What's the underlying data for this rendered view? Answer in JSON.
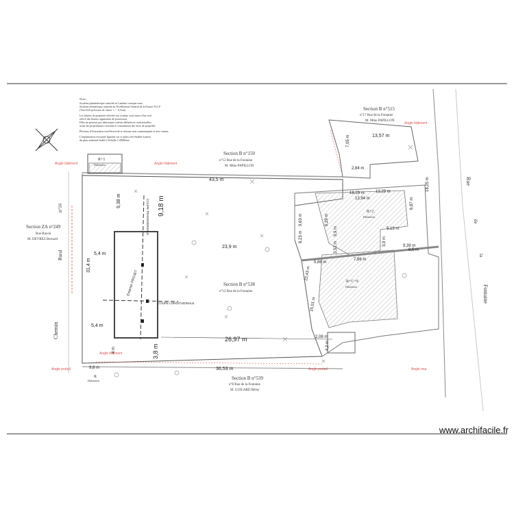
{
  "notes": [
    "Note :",
    "Système planimétrique rattaché au Lambert conique zone",
    "Système altimétrique rattaché au Nivellement Général de la France N.G.F",
    "(Voir IGN précision de classe + / - 0,5cm)",
    "Les limites de propriété relevées sur ce plan, sont issues d'un seul",
    "relevé des limites apparentes de possession.",
    "Elles ne peuvent pas déterminer valeurs définitives contractuelles,",
    "avant les propriétaires riverains et consultation des titres de propriété.",
    "Pluviaux d'évacuation eau/électricité et réseaux non communiqués et non connus.",
    "L'implantation existante figurant sur ce plan a été étudiée à partir",
    "du plan cadastral établi à l'échelle 1/2000ème."
  ],
  "sections": {
    "b150": {
      "title": "Section B n°150",
      "address": "n°12 Rue de la Fontaine",
      "owner": "M. Mme PAPILLON"
    },
    "b515": {
      "title": "Section B n°515",
      "address": "n°17 Rue de la Fontaine",
      "owner": "M. Mme PAPILLON"
    },
    "b538": {
      "title": "Section B n°538",
      "address": "n°12 Rue de la Fontaine"
    },
    "b539": {
      "title": "Section B n°539",
      "address": "n°8 Rue de la Fontaine",
      "owner": "M. GUILARD Rémy"
    },
    "za249": {
      "title": "Section ZA n°249",
      "address": "Rue Rayon",
      "owner": "M. DEVREZ Bernard"
    }
  },
  "labels": {
    "rue_words": [
      "Rue",
      "de",
      "la",
      "Fontaine"
    ],
    "chemin_words": [
      "Chemin",
      "Rural",
      "n°16"
    ],
    "angle_batiment": "Angle bâtiment",
    "angle_portail": "Angle portail",
    "angle_mur": "Angle mur",
    "r1": "R+1",
    "r1_sub": "Habitation",
    "r2": "R+2",
    "r2_sub": "Habitation",
    "rcs": "R+C+S",
    "rcs_sub": "Habitation",
    "r_small": "R",
    "r_small_sub": "Habitation",
    "emprise": "Emprise PROJET",
    "coupe": "COUPE LONGITUDINALE",
    "coupe_v": "COUPE TRANSVERSALE",
    "watermark": "www.archifacile.fr"
  },
  "dims": {
    "top": "43,5 m",
    "bottom": "36,53 m",
    "middle": "23,9 m",
    "main_long": "26,97 m",
    "left_vertical": "31,4 m",
    "left_upper": "5,4 m",
    "left_lower": "5,4 m",
    "bottom_left": "9,8 m",
    "vert_a": "9,38 m",
    "vert_b": "9,18 m",
    "below_rect": "3,8 m",
    "small_4": "4 m",
    "b515_w": "13,57 m",
    "b515_h": "7,05 m",
    "b515_s": "2,84 m",
    "right_h1": "18,29 m",
    "right_h2": "13,94 m",
    "right_h3": "13,29 m",
    "right_v1": "18,25 m",
    "right_v2": "6,87 m",
    "right_v3": "8,23 m",
    "bld_a": "9,9 m",
    "bld_b": "5,13 m",
    "bld_c": "9,39 m",
    "bld_d": "3,9 m",
    "bld_e": "6,29 m",
    "bld_f": "3,52 m",
    "bld_g": "7,86 m",
    "bld_h": "5,86 m",
    "bld_i": "22,43 m",
    "bld_j": "15,51 m",
    "bld_k": "9,63 m",
    "bld_l": "2,08 m",
    "bld_m": "4,2 m",
    "bld_n": "6,5 m"
  },
  "colors": {
    "line": "#555555",
    "road": "#9a9a9a",
    "red": "#d9534f",
    "hatch": "#999999"
  }
}
